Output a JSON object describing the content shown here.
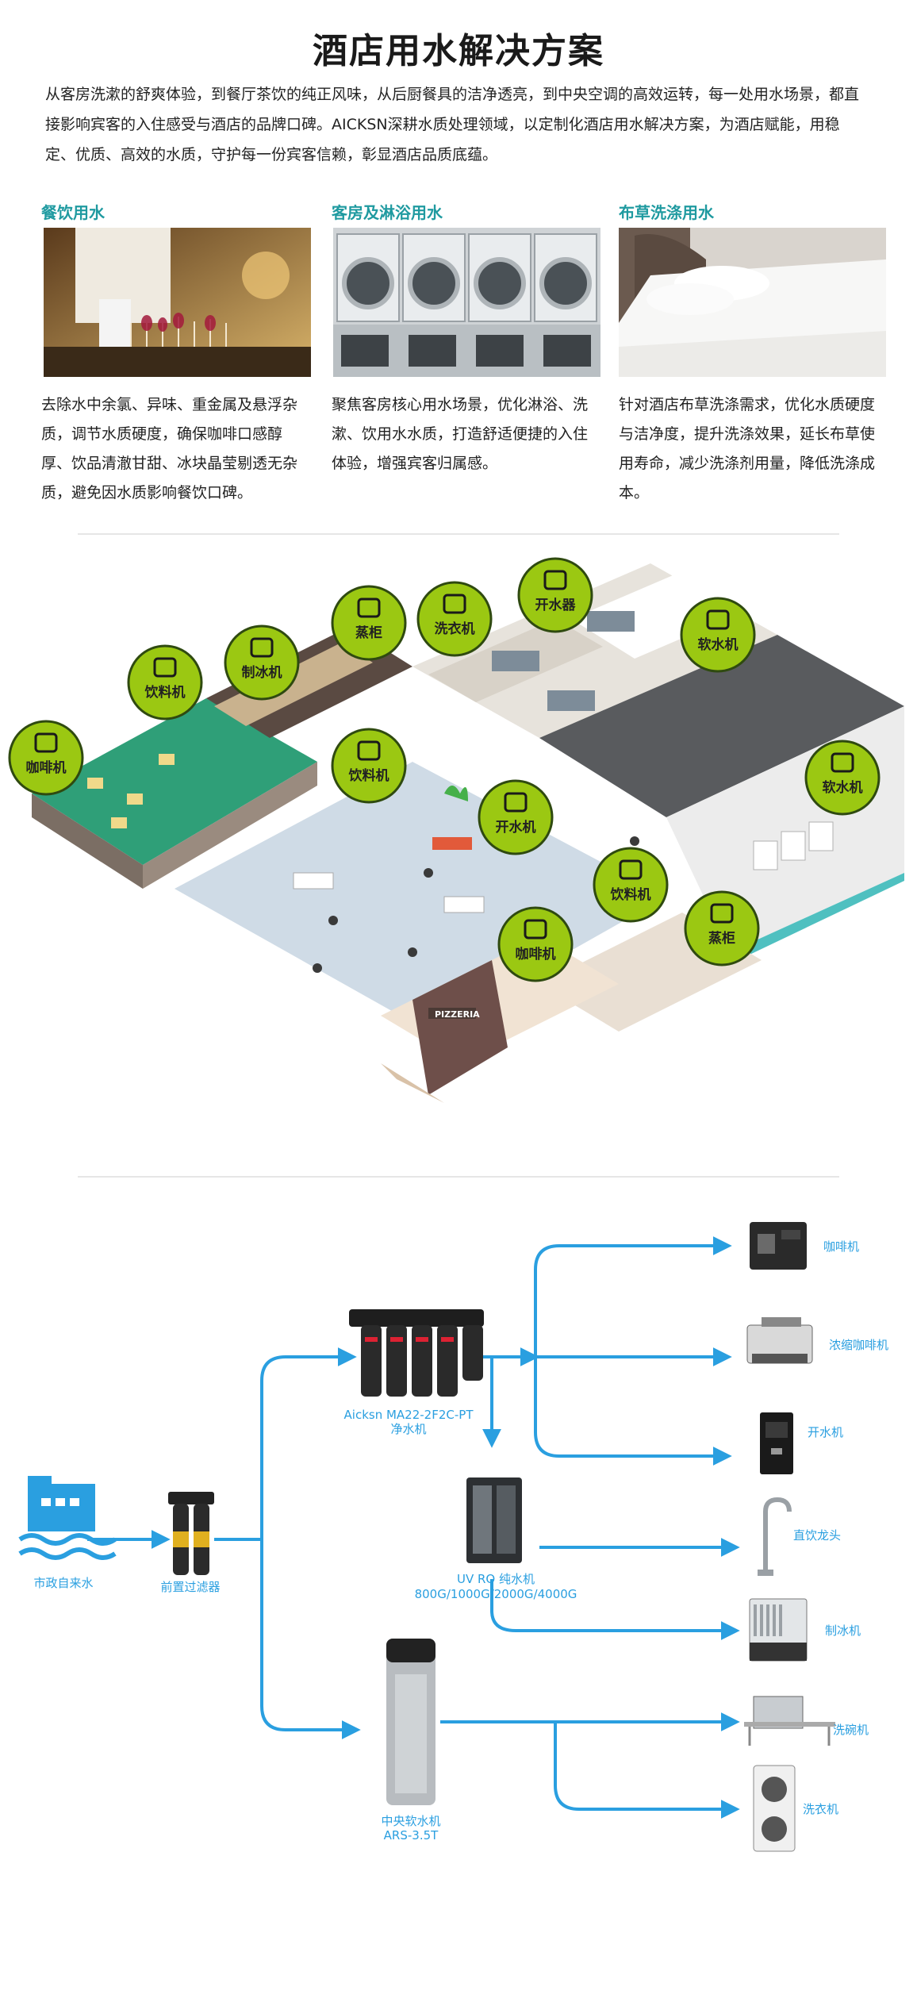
{
  "title": "酒店用水解决方案",
  "intro": "从客房洗漱的舒爽体验，到餐厅茶饮的纯正风味，从后厨餐具的洁净透亮，到中央空调的高效运转，每一处用水场景，都直接影响宾客的入住感受与酒店的品牌口碑。AICKSN深耕水质处理领域，以定制化酒店用水解决方案，为酒店赋能，用稳定、优质、高效的水质，守护每一份宾客信赖，彰显酒店品质底蕴。",
  "cards": [
    {
      "heading": "餐饮用水",
      "text": "去除水中余氯、异味、重金属及悬浮杂质，调节水质硬度，确保咖啡口感醇厚、饮品清澈甘甜、冰块晶莹剔透无杂质，避免因水质影响餐饮口碑。"
    },
    {
      "heading": "客房及淋浴用水",
      "text": "聚焦客房核心用水场景，优化淋浴、洗漱、饮用水水质，打造舒适便捷的入住体验，增强宾客归属感。"
    },
    {
      "heading": "布草洗涤用水",
      "text": "针对酒店布草洗涤需求，优化水质硬度与洁净度，提升洗涤效果，延长布草使用寿命，减少洗涤剂用量，降低洗涤成本。"
    }
  ],
  "scene_badges": [
    {
      "label": "咖啡机",
      "icon": "coffee-cup-icon"
    },
    {
      "label": "饮料机",
      "icon": "drink-cup-icon"
    },
    {
      "label": "制冰机",
      "icon": "ice-cube-icon"
    },
    {
      "label": "蒸柜",
      "icon": "steamer-icon"
    },
    {
      "label": "洗衣机",
      "icon": "washer-icon"
    },
    {
      "label": "开水器",
      "icon": "kettle-icon"
    },
    {
      "label": "软水机",
      "icon": "water-drop-icon"
    },
    {
      "label": "饮料机",
      "icon": "bottle-icon"
    },
    {
      "label": "软水机",
      "icon": "water-drop-icon"
    },
    {
      "label": "开水机",
      "icon": "kettle-icon"
    },
    {
      "label": "饮料机",
      "icon": "drink-cup-icon"
    },
    {
      "label": "蒸柜",
      "icon": "steamer-icon"
    },
    {
      "label": "咖啡机",
      "icon": "coffee-cup-icon"
    }
  ],
  "scene_sign": "PIZZERIA",
  "flow": {
    "source": "市政自来水",
    "prefilter": "前置过滤器",
    "purifier_line1": "Aicksn MA22-2F2C-PT",
    "purifier_line2": "净水机",
    "ro_line1": "UV RO 纯水机",
    "ro_line2": "800G/1000G/2000G/4000G",
    "softener_line1": "中央软水机",
    "softener_line2": "ARS-3.5T",
    "outputs": [
      "咖啡机",
      "浓缩咖啡机",
      "开水机",
      "直饮龙头",
      "制冰机",
      "洗碗机",
      "洗衣机"
    ]
  },
  "colors": {
    "accent": "#1f9aa0",
    "flow_blue": "#2a9fe0",
    "badge_green": "#9bc812"
  }
}
